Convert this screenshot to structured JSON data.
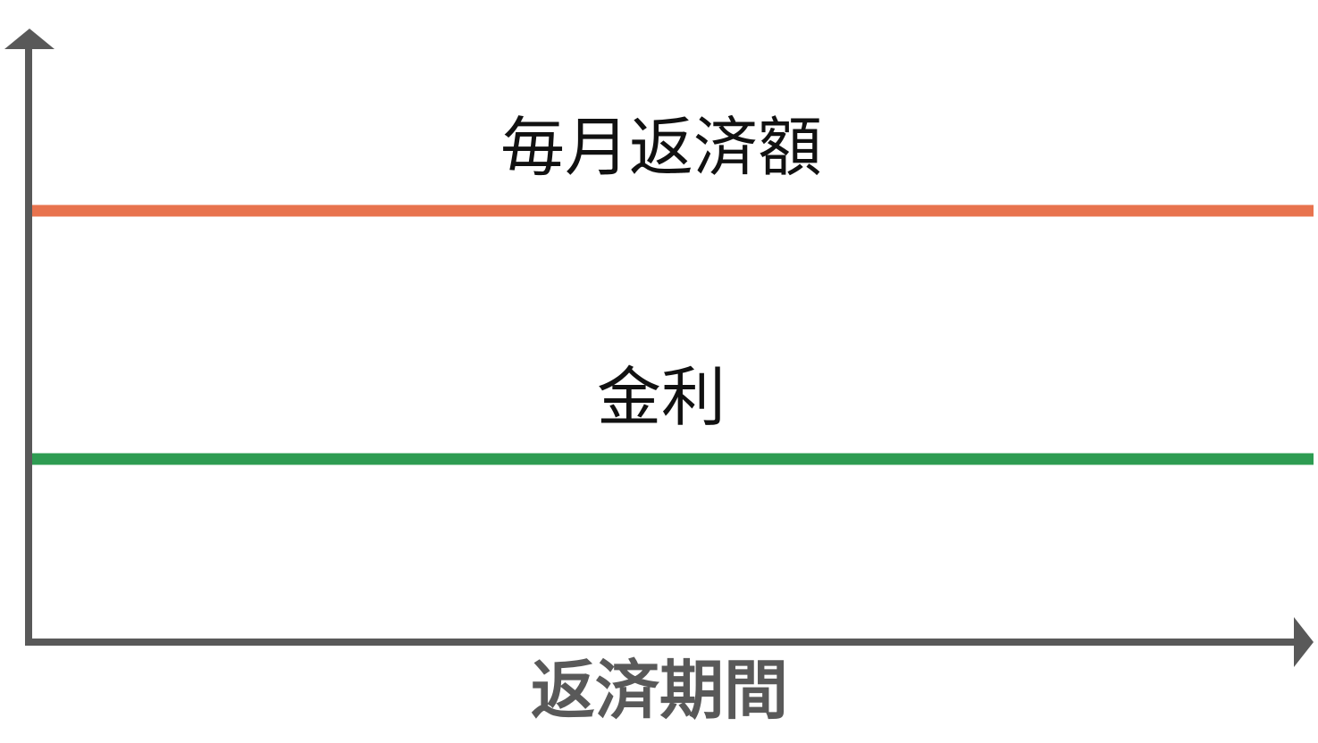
{
  "diagram": {
    "lines": [
      {
        "label": "毎月返済額",
        "color": "#e8734e"
      },
      {
        "label": "金利",
        "color": "#2e9c52"
      }
    ],
    "x_axis_label": "返済期間",
    "axis_color": "#595959",
    "label_color": "#111111"
  }
}
